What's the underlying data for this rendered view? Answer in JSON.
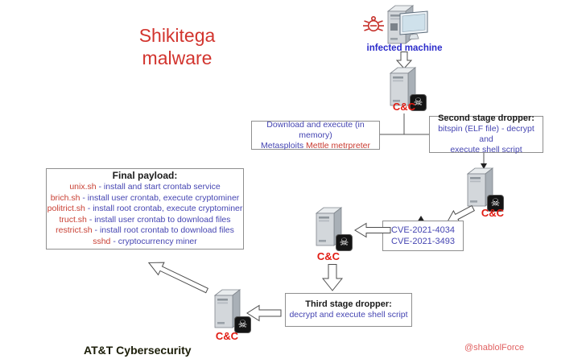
{
  "title": {
    "line1": "Shikitega",
    "line2": "malware"
  },
  "icons": {
    "skull_glyph": "☠"
  },
  "nodes": {
    "infected_machine": {
      "label": "infected machine"
    },
    "cc1": {
      "label": "C&C"
    },
    "cc2": {
      "label": "C&C"
    },
    "cc3": {
      "label": "C&C"
    },
    "cc4": {
      "label": "C&C"
    }
  },
  "boxes": {
    "download_execute": {
      "line1": "Download and execute (in memory)",
      "line2_blue": "Metasploits",
      "line2_red": "Mettle metrpreter"
    },
    "second_stage": {
      "title": "Second stage dropper:",
      "line1": "bitspin (ELF file) - decrypt and",
      "line2": "execute shell script"
    },
    "cve": {
      "line1": "CVE-2021-4034",
      "line2": "CVE-2021-3493"
    },
    "third_stage": {
      "title": "Third stage dropper:",
      "line1": "decrypt and execute shell script"
    },
    "final_payload": {
      "title": "Final payload:",
      "items": [
        {
          "file": "unix.sh",
          "desc": "- install and start crontab service"
        },
        {
          "file": "brich.sh",
          "desc": "- install user crontab, execute cryptominer"
        },
        {
          "file": "politrict.sh",
          "desc": "- install root crontab, execute cryptominer"
        },
        {
          "file": "truct.sh",
          "desc": "- install user crontab to download files"
        },
        {
          "file": "restrict.sh",
          "desc": "- install root crontab to download files"
        },
        {
          "file": "sshd",
          "desc": "- cryptocurrency miner"
        }
      ]
    }
  },
  "footer": {
    "brand": "AT&T Cybersecurity",
    "handle": "@shablolForce"
  },
  "colors": {
    "title_red": "#d2342e",
    "cc_red": "#e11b12",
    "text_blue": "#4545b2",
    "file_red": "#c94135",
    "handle_pink": "#e16262"
  }
}
